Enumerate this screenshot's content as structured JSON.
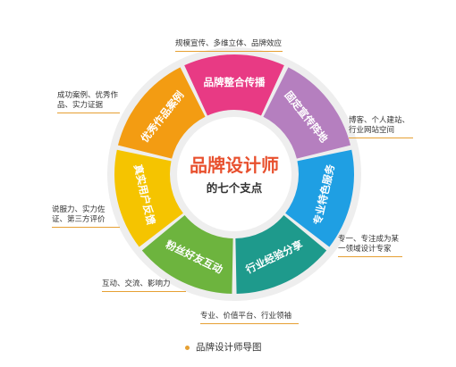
{
  "center": {
    "title": "品牌设计师",
    "subtitle": "的七个支点"
  },
  "segments": [
    {
      "label": "品牌整合传播",
      "color": "#e83a84",
      "note": "规模宣传、多维立体、品牌效应"
    },
    {
      "label": "固定宣传阵地",
      "color": "#b57fbf",
      "note": "博客、个人建站、行业网站空间"
    },
    {
      "label": "专业特色服务",
      "color": "#1f9fe3",
      "note": "专一、专注成为某一领域设计专家"
    },
    {
      "label": "行业经验分享",
      "color": "#1e9a8c",
      "note": "专业、价值平台、行业领袖"
    },
    {
      "label": "粉丝好友互动",
      "color": "#6db43e",
      "note": "互动、交流、影响力"
    },
    {
      "label": "真实用户反馈",
      "color": "#f5c400",
      "note": "说服力、实力佐证、第三方评价"
    },
    {
      "label": "优秀作品案例",
      "color": "#f39c12",
      "note": "成功案例、优秀作品、实力证据"
    }
  ],
  "caption": "品牌设计师导图",
  "accent": "#e6a033",
  "title_color": "#e8502e"
}
